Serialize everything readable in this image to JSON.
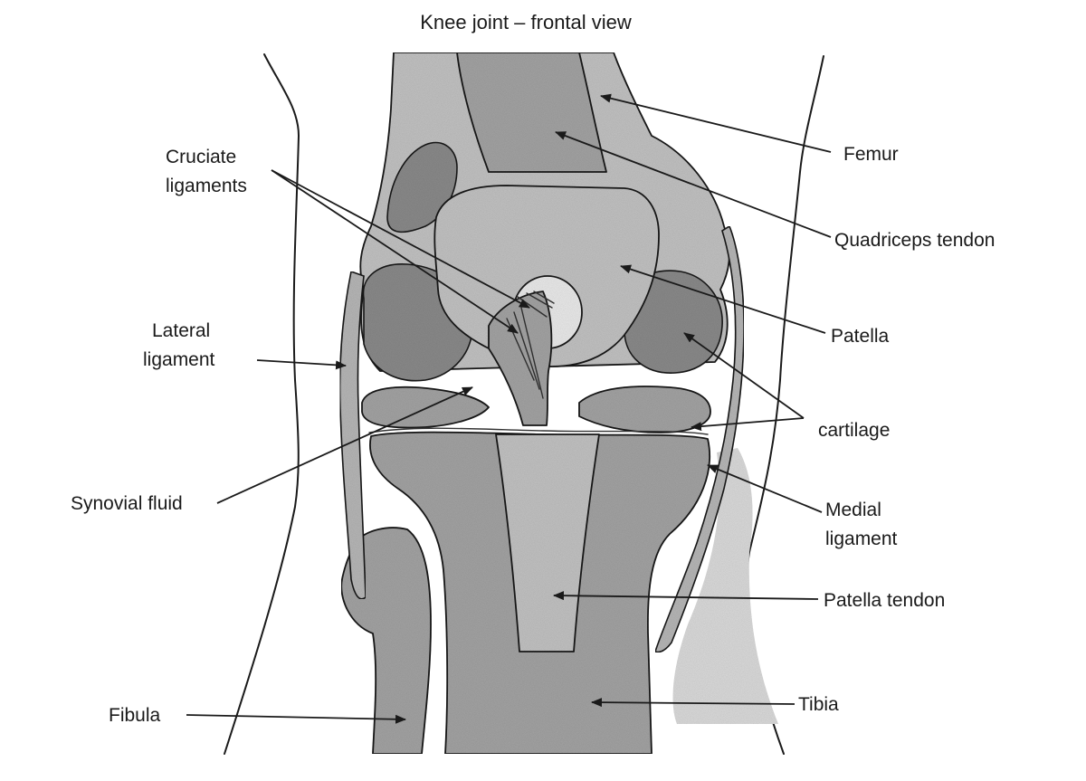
{
  "title": "Knee joint – frontal view",
  "labels": {
    "cruciate_line1": "Cruciate",
    "cruciate_line2": "ligaments",
    "lateral_line1": "Lateral",
    "lateral_line2": "ligament",
    "synovial": "Synovial fluid",
    "fibula": "Fibula",
    "femur": "Femur",
    "quadriceps": "Quadriceps tendon",
    "patella": "Patella",
    "cartilage": "cartilage",
    "medial_line1": "Medial",
    "medial_line2": "ligament",
    "patella_tendon": "Patella tendon",
    "tibia": "Tibia"
  },
  "colors": {
    "line": "#1a1a1a",
    "bone": "#a9a9a9",
    "bone_dark": "#8f8f8f",
    "bone_light": "#c9c9c9",
    "background": "#ffffff"
  }
}
